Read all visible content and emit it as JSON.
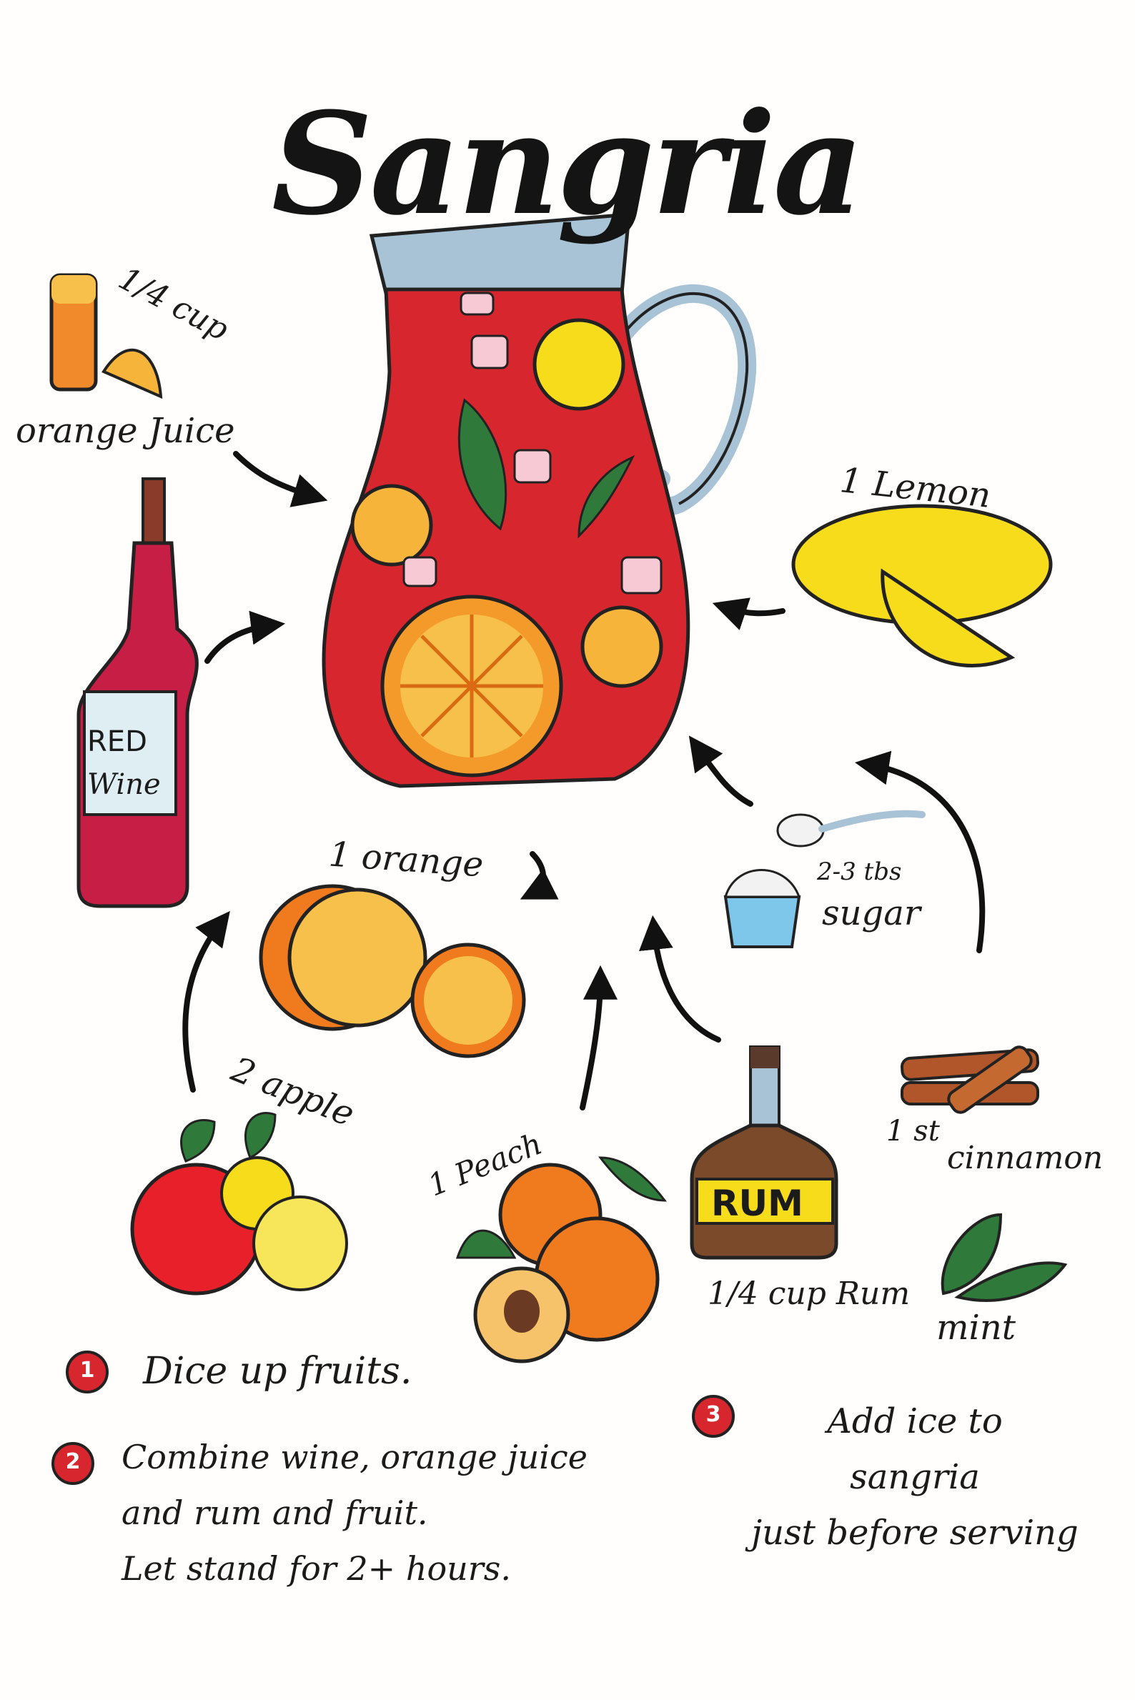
{
  "title": "Sangria",
  "ingredients": {
    "orange_juice": {
      "qty": "1/4 cup",
      "label": "orange Juice"
    },
    "red_wine": {
      "bottle_label_line1": "RED",
      "bottle_label_line2": "Wine"
    },
    "lemon": {
      "label": "1 Lemon"
    },
    "orange": {
      "label": "1 orange"
    },
    "sugar": {
      "qty": "2-3 tbs",
      "label": "sugar"
    },
    "apple": {
      "label": "2 apple"
    },
    "peach": {
      "label": "1 Peach"
    },
    "rum": {
      "bottle_label": "RUM",
      "label": "1/4 cup Rum"
    },
    "cinnamon": {
      "qty": "1 st",
      "label": "cinnamon"
    },
    "mint": {
      "label": "mint"
    }
  },
  "steps": [
    {
      "number": "1",
      "lines": [
        "Dice up fruits."
      ]
    },
    {
      "number": "2",
      "lines": [
        "Combine wine, orange juice",
        "and rum and fruit.",
        "Let stand for 2+ hours."
      ]
    },
    {
      "number": "3",
      "lines": [
        "Add ice to",
        "sangria",
        "just before serving"
      ]
    }
  ],
  "colors": {
    "wine_red": "#d8262f",
    "orange": "#f07a1e",
    "lemon": "#f7dc1c",
    "glass_blue": "#a9c3d6",
    "mint": "#2f7a3a"
  }
}
